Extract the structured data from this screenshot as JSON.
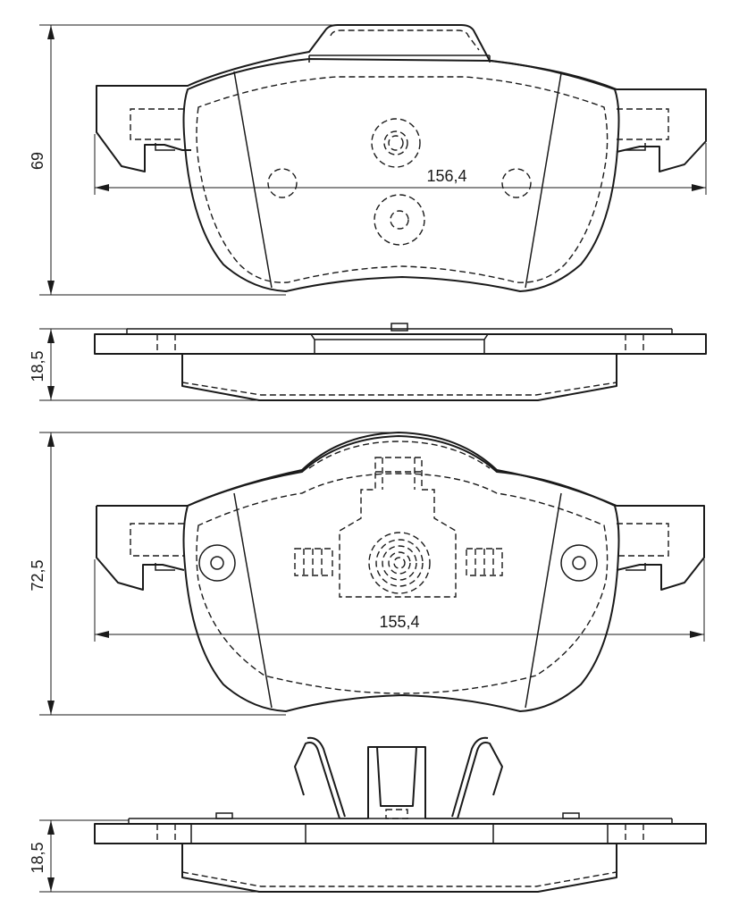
{
  "dimensions": {
    "view1_height": "69",
    "view1_width": "156,4",
    "view2_thickness": "18,5",
    "view3_height": "72,5",
    "view3_width": "155,4",
    "view4_thickness": "18,5"
  }
}
